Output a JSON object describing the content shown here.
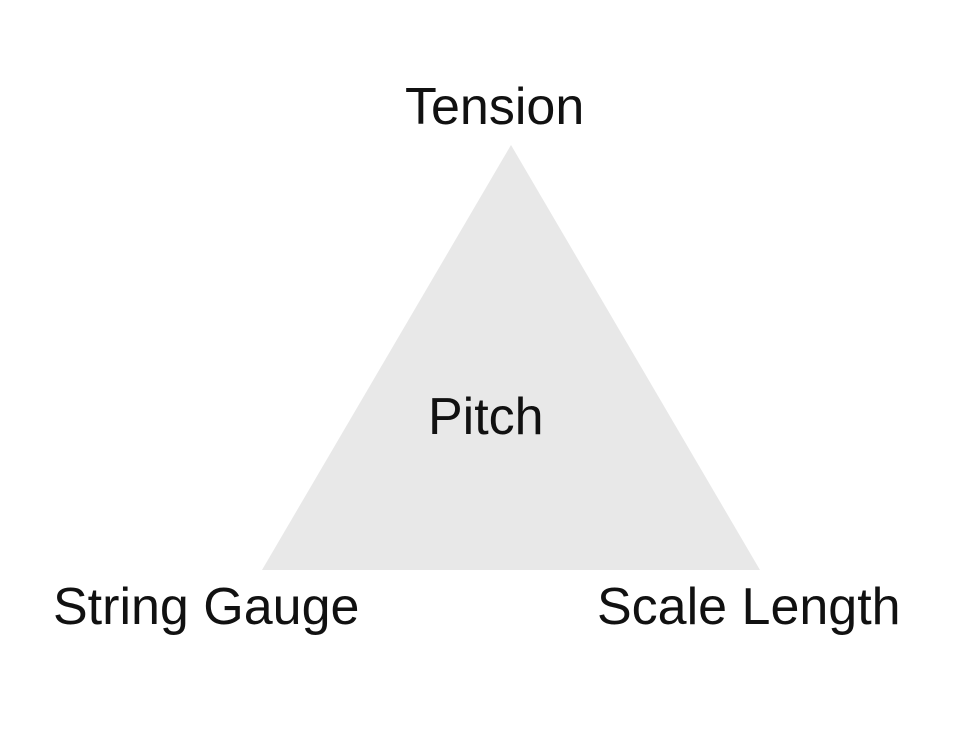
{
  "diagram": {
    "top_label": "Tension",
    "center_label": "Pitch",
    "bottom_left_label": "String Gauge",
    "bottom_right_label": "Scale Length",
    "colors": {
      "background": "#ffffff",
      "triangle_fill": "#e8e8e8",
      "text": "#111111"
    }
  }
}
